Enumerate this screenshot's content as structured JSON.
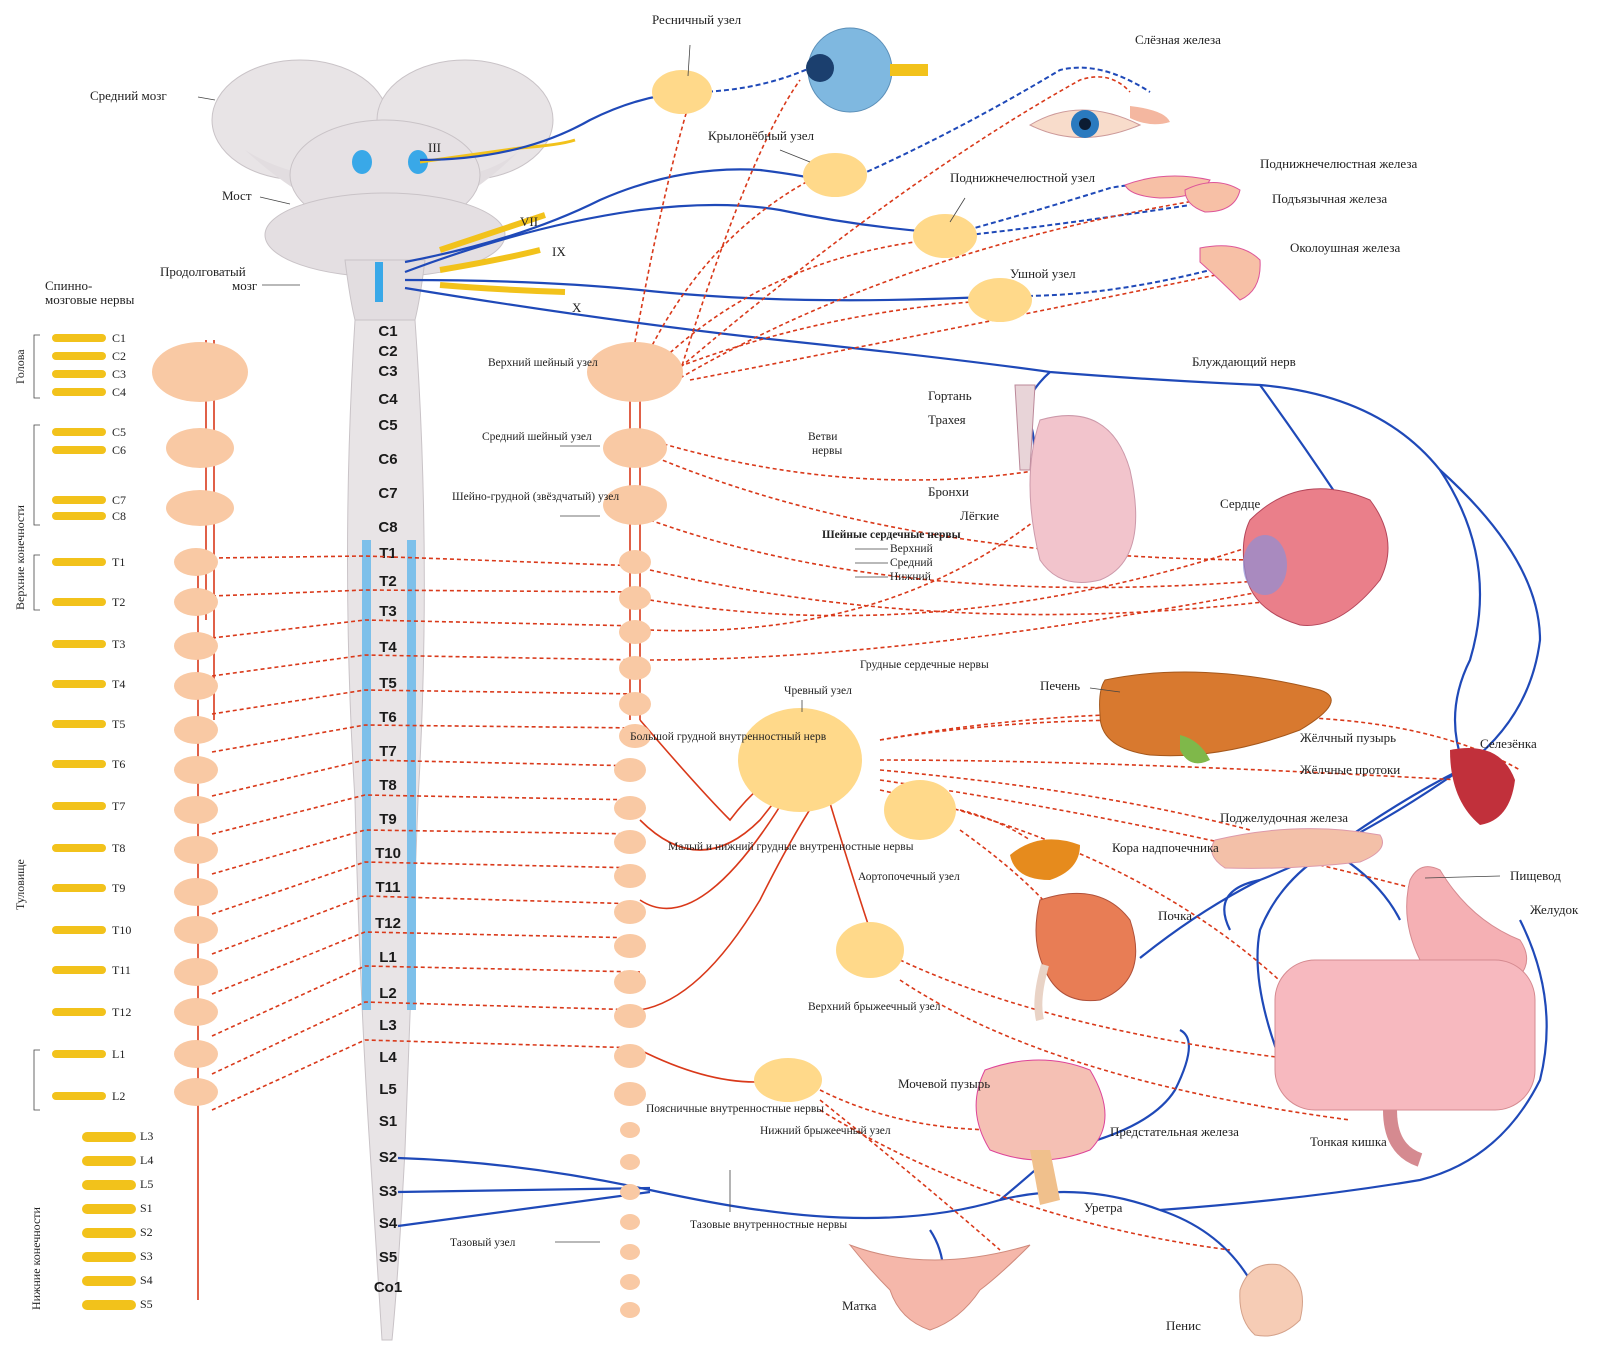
{
  "brain": {
    "label_mesencephalon": "Средний мозг",
    "label_pons": "Мост",
    "label_medulla_line1": "Продолговатый",
    "label_medulla_line2": "мозг",
    "nerve_III": "III",
    "nerve_VII": "VII",
    "nerve_IX": "IX",
    "nerve_X": "X"
  },
  "spinal_nerves": {
    "label_line1": "Спинно-",
    "label_line2": "мозговые нервы",
    "items": [
      "C1",
      "C2",
      "C3",
      "C4",
      "C5",
      "C6",
      "C7",
      "C8",
      "T1",
      "T2",
      "T3",
      "T4",
      "T5",
      "T6",
      "T7",
      "T8",
      "T9",
      "T10",
      "T11",
      "T12",
      "L1",
      "L2",
      "L3",
      "L4",
      "L5",
      "S1",
      "S2",
      "S3",
      "S4",
      "S5"
    ]
  },
  "cord_segments": [
    "C1",
    "C2",
    "C3",
    "C4",
    "C5",
    "C6",
    "C7",
    "C8",
    "T1",
    "T2",
    "T3",
    "T4",
    "T5",
    "T6",
    "T7",
    "T8",
    "T9",
    "T10",
    "T11",
    "T12",
    "L1",
    "L2",
    "L3",
    "L4",
    "L5",
    "S1",
    "S2",
    "S3",
    "S4",
    "S5",
    "Co1"
  ],
  "body_regions": {
    "head": "Голова",
    "neck_limbs": "Верхние конечности",
    "trunk": "Туловище",
    "lower_limbs": "Нижние конечности"
  },
  "ganglia": {
    "ciliary": "Ресничный узел",
    "pterygopalatine": "Крылонёбный узел",
    "submandibular": "Поднижнечелюстной узел",
    "otic": "Ушной узел",
    "superior_cervical": "Верхний шейный узел",
    "middle_cervical": "Средний шейный узел",
    "cervicothoracic": "Шейно-грудной (звёздчатый) узел",
    "celiac": "Чревный узел",
    "aorticorenal": "Аортопочечный узел",
    "superior_mesenteric": "Верхний брыжеечный узел",
    "inferior_mesenteric": "Нижний брыжеечный узел",
    "pelvic": "Тазовый узел"
  },
  "nerves": {
    "vagus": "Блуждающий нерв",
    "cardiac": "Шейные сердечные нервы",
    "cardiac_upper": "Верхний",
    "cardiac_middle": "Средний",
    "cardiac_lower": "Нижний",
    "branch_nerves_line1": "Ветви",
    "branch_nerves_line2": "нервы",
    "thoracic_cardiac": "Грудные сердечные нервы",
    "greater_splanchnic": "Большой грудной внутренностный нерв",
    "lesser_splanchnic": "Малый и нижний грудные внутренностные нервы",
    "lumbar_splanchnic": "Поясничные внутренностные нервы",
    "pelvic_splanchnic": "Тазовые внутренностные нервы"
  },
  "organs": {
    "lacrimal": "Слёзная железа",
    "sublingual": "Подъязычная железа",
    "submandibular_gland": "Поднижнечелюстная железа",
    "parotid": "Околоушная железа",
    "larynx": "Гортань",
    "trachea": "Трахея",
    "bronchi": "Бронхи",
    "lungs": "Лёгкие",
    "heart": "Сердце",
    "liver": "Печень",
    "gallbladder": "Жёлчный пузырь",
    "bile_ducts": "Жёлчные протоки",
    "spleen": "Селезёнка",
    "pancreas": "Поджелудочная железа",
    "adrenal": "Кора надпочечника",
    "kidney": "Почка",
    "esophagus": "Пищевод",
    "stomach": "Желудок",
    "intestine": "Тонкая кишка",
    "bladder": "Мочевой пузырь",
    "prostate": "Предстательная железа",
    "urethra": "Уретра",
    "uterus": "Матка",
    "penis": "Пенис"
  },
  "colors": {
    "sympathetic": "#d9391a",
    "parasympathetic": "#1f49b8",
    "ganglion": "#ffd98a",
    "ganglion_chain": "#f9c9a4",
    "spinal_nerve": "#f2c21b"
  }
}
